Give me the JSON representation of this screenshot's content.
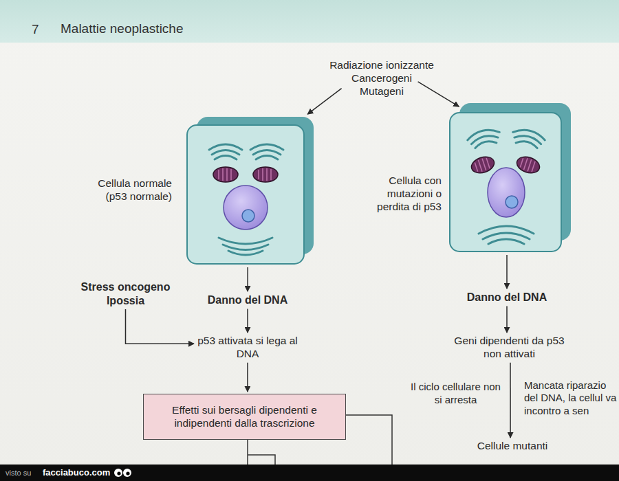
{
  "diagram": {
    "title": "Malattie neoplastiche",
    "nodes": [
      {
        "text": [
          "Radiazione ionizzante",
          "Cancerogeni",
          "Mutageni"
        ]
      },
      {
        "text": [
          "Cellula normale (p53 normale)"
        ]
      },
      {
        "text": [
          "Cellula con mutazioni o perdita di p53"
        ]
      },
      {
        "text": [
          "Stress oncogeno",
          "Ipossia"
        ]
      },
      {
        "text": [
          "Danno del DNA"
        ]
      },
      {
        "text": [
          "p53 attivata si lega al DNA"
        ]
      },
      {
        "text": [
          "Effetti sui bersagli dipendenti e indipendenti dalla trascrizione"
        ]
      },
      {
        "text": [
          "Danno del DNA"
        ]
      },
      {
        "text": [
          "Geni dipendenti da p53 non attivati"
        ]
      },
      {
        "text": [
          "Cellule mutanti"
        ]
      }
    ],
    "edges": [
      {
        "from": 0,
        "to": 1,
        "arrow": "to"
      },
      {
        "from": 0,
        "to": 2,
        "arrow": "to"
      },
      {
        "from": 1,
        "to": 4,
        "arrow": "to"
      },
      {
        "from": 4,
        "to": 5,
        "arrow": "to"
      },
      {
        "from": 3,
        "to": 5,
        "arrow": "to"
      },
      {
        "from": 5,
        "to": 6,
        "arrow": "to"
      },
      {
        "from": 2,
        "to": 7,
        "arrow": "to"
      },
      {
        "from": 7,
        "to": 8,
        "arrow": "to"
      },
      {
        "from": 8,
        "to": 9,
        "label": "Il ciclo cellulare non si arresta",
        "arrow": "to"
      }
    ],
    "labels": [
      "7",
      "Mancata riparazio del DNA, la cellul va incontro a sen",
      "visto su",
      "facciabuco.com"
    ]
  }
}
